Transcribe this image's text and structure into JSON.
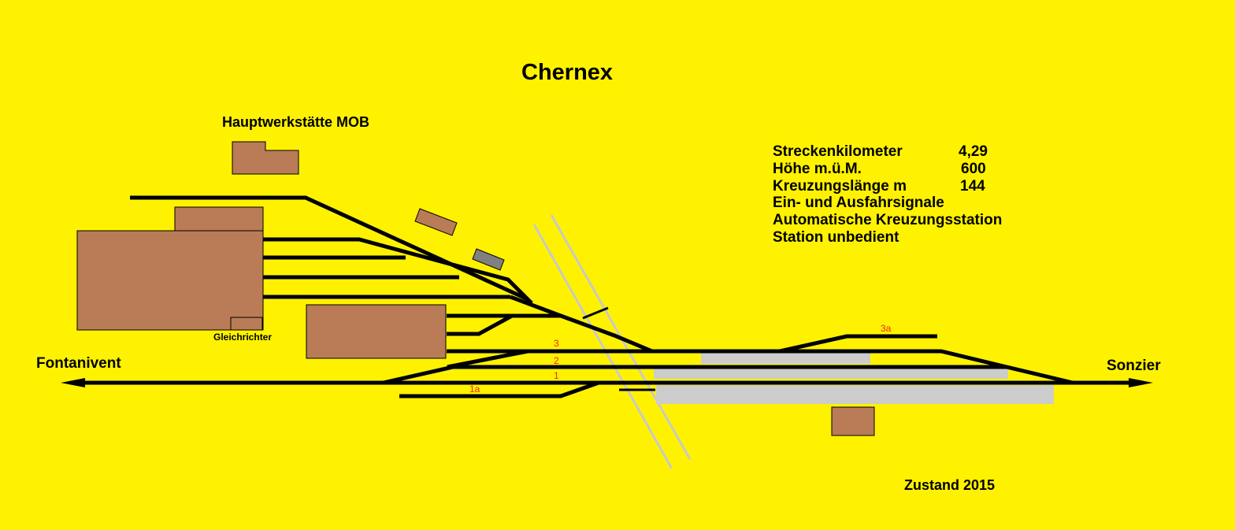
{
  "title": "Chernex",
  "workshop_label": "Hauptwerkstätte MOB",
  "rectifier_label": "Gleichrichter",
  "west_destination": "Fontanivent",
  "east_destination": "Sonzier",
  "info": [
    {
      "label": "Streckenkilometer",
      "value": "4,29"
    },
    {
      "label": "Höhe  m.ü.M.",
      "value": "600"
    },
    {
      "label": "Kreuzungslänge  m",
      "value": "144"
    }
  ],
  "notes": [
    "Ein- und Ausfahrsignale",
    "Automatische Kreuzungsstation",
    "Station unbedient"
  ],
  "track_numbers": [
    "3",
    "2",
    "1",
    "1a",
    "3a"
  ],
  "state_label": "Zustand  2015",
  "colors": {
    "background": "#fff200",
    "track": "#000000",
    "building": "#b97c57",
    "platform": "#cccccc",
    "road": "#c9c9c9",
    "track_number": "#e8261e"
  }
}
